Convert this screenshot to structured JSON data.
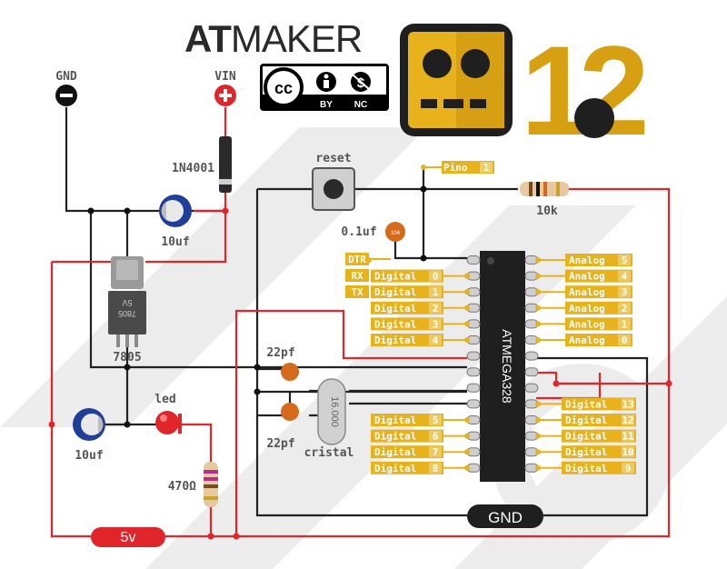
{
  "brand": {
    "prefix": "AT",
    "name": "MAKER",
    "version_major": "1",
    "version_minor": "2",
    "license": {
      "cc": "cc",
      "by": "BY",
      "nc": "NC"
    }
  },
  "colors": {
    "power_wire": "#e0262a",
    "ground_wire": "#222222",
    "signal_wire": "#e7b21b",
    "tag_fill": "#e7b21b",
    "logo_yellow": "#e7b21b",
    "chip_body": "#1f1f1f"
  },
  "power": {
    "gnd_label": "GND",
    "vin_label": "VIN",
    "rail_label": "5v",
    "ground_bus_label": "GND"
  },
  "components": {
    "diode": "1N4001",
    "cap_top": "10uf",
    "cap_bottom": "10uf",
    "regulator": "7805",
    "regulator_mark": "7805",
    "regulator_mark2": "5V",
    "led": "led",
    "resistor_led": "470Ω",
    "reset_button": "reset",
    "cap_reset": "0.1uf",
    "cap_reset_code": "104",
    "resistor_pullup": "10k",
    "cap_xtal_top": "22pf",
    "cap_xtal_bottom": "22pf",
    "crystal": "cristal",
    "crystal_value": "16.000",
    "chip": "ATMEGA328"
  },
  "left_tags": {
    "dtr": "DTR",
    "rx": "RX",
    "tx": "TX",
    "pins": [
      {
        "label": "Digital",
        "num": "0"
      },
      {
        "label": "Digital",
        "num": "1"
      },
      {
        "label": "Digital",
        "num": "2"
      },
      {
        "label": "Digital",
        "num": "3"
      },
      {
        "label": "Digital",
        "num": "4"
      },
      {
        "label": "Digital",
        "num": "5"
      },
      {
        "label": "Digital",
        "num": "6"
      },
      {
        "label": "Digital",
        "num": "7"
      },
      {
        "label": "Digital",
        "num": "8"
      }
    ]
  },
  "right_tags": {
    "pin1": {
      "label": "Pino",
      "num": "1"
    },
    "analog": [
      {
        "label": "Analog",
        "num": "5"
      },
      {
        "label": "Analog",
        "num": "4"
      },
      {
        "label": "Analog",
        "num": "3"
      },
      {
        "label": "Analog",
        "num": "2"
      },
      {
        "label": "Analog",
        "num": "1"
      },
      {
        "label": "Analog",
        "num": "0"
      }
    ],
    "digital": [
      {
        "label": "Digital",
        "num": "13"
      },
      {
        "label": "Digital",
        "num": "12"
      },
      {
        "label": "Digital",
        "num": "11"
      },
      {
        "label": "Digital",
        "num": "10"
      },
      {
        "label": "Digital",
        "num": "9"
      }
    ]
  }
}
